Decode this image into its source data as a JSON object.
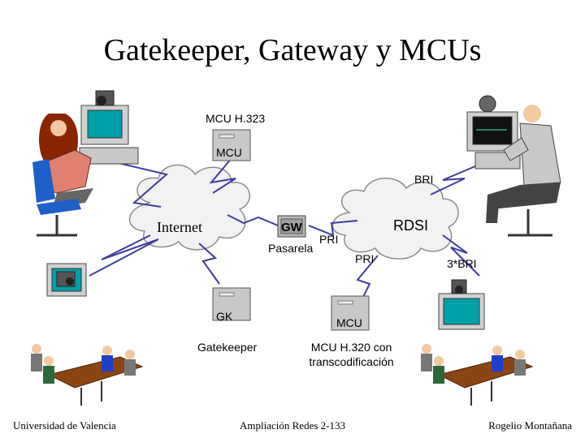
{
  "slide": {
    "title": "Gatekeeper, Gateway y MCUs"
  },
  "labels": {
    "mcu_h323": "MCU H.323",
    "mcu_box": "MCU",
    "bri_top": "BRI",
    "internet": "Internet",
    "gw_box": "GW",
    "pri_gw": "PRI",
    "pasarela": "Pasarela",
    "rdsi": "RDSI",
    "pri_mcu": "PRI",
    "bri_3": "3*BRI",
    "gk_box": "GK",
    "gatekeeper": "Gatekeeper",
    "mcu_bottom_box": "MCU",
    "mcu_h320_line1": "MCU H.320 con",
    "mcu_h320_line2": "transcodificación"
  },
  "footer": {
    "left": "Universidad de Valencia",
    "center": "Ampliación Redes 2-133",
    "right": "Rogelio Montañana"
  },
  "colors": {
    "cloud_fill": "#f2f2f2",
    "cloud_stroke": "#8c8c8c",
    "line": "#3d3d9e",
    "screen": "#00a0a8",
    "server": "#c8c8c8",
    "table": "#8b4513",
    "woman_hair": "#8b2500",
    "woman_shirt": "#e08070",
    "chair": "#1f5fc8"
  },
  "icons": [
    "internet-cloud",
    "rdsi-cloud",
    "gateway-box",
    "server-box",
    "computer-terminal",
    "video-camera",
    "woman-at-desk",
    "man-at-desk",
    "conference-table"
  ]
}
